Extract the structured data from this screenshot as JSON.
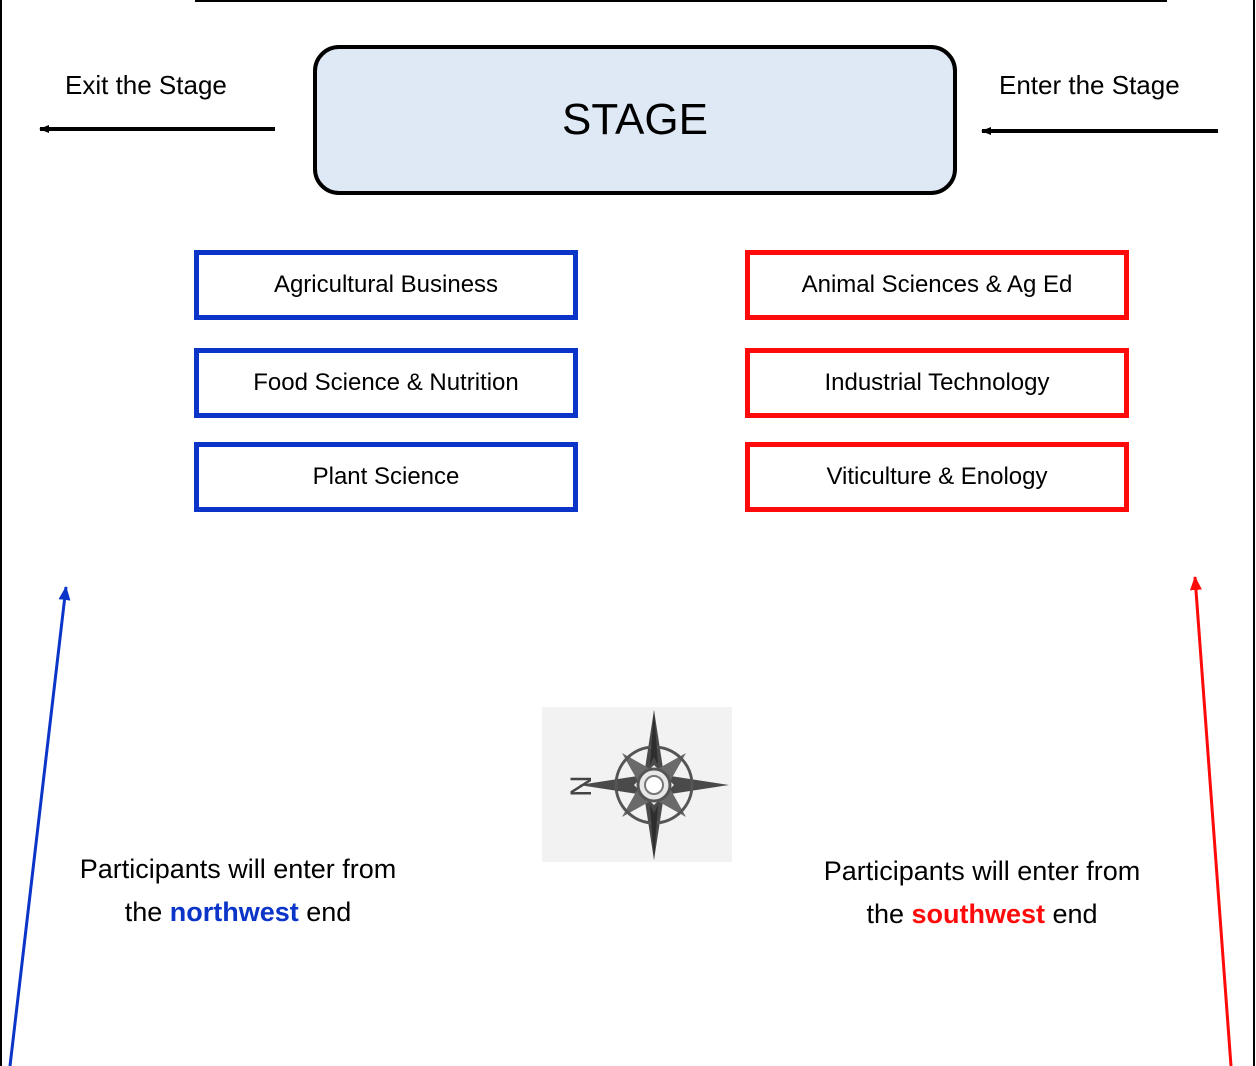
{
  "stage": {
    "label": "STAGE"
  },
  "exit_label": "Exit the Stage",
  "enter_label": "Enter the Stage",
  "departments": {
    "left": [
      {
        "label": "Agricultural Business"
      },
      {
        "label": "Food Science & Nutrition"
      },
      {
        "label": "Plant Science"
      }
    ],
    "right": [
      {
        "label": "Animal Sciences & Ag Ed"
      },
      {
        "label": "Industrial Technology"
      },
      {
        "label": "Viticulture & Enology"
      }
    ]
  },
  "notes": {
    "left": {
      "line1": "Participants will enter from",
      "pre": "the ",
      "highlight": "northwest",
      "post": " end"
    },
    "right": {
      "line1": "Participants will enter from",
      "pre": "the ",
      "highlight": "southwest",
      "post": " end"
    }
  },
  "compass": {
    "letter": "N",
    "icon": "compass-rose-icon"
  },
  "colors": {
    "blue": "#0a35c8",
    "red": "#ff0a0a",
    "stage_fill": "#dfe9f6"
  }
}
